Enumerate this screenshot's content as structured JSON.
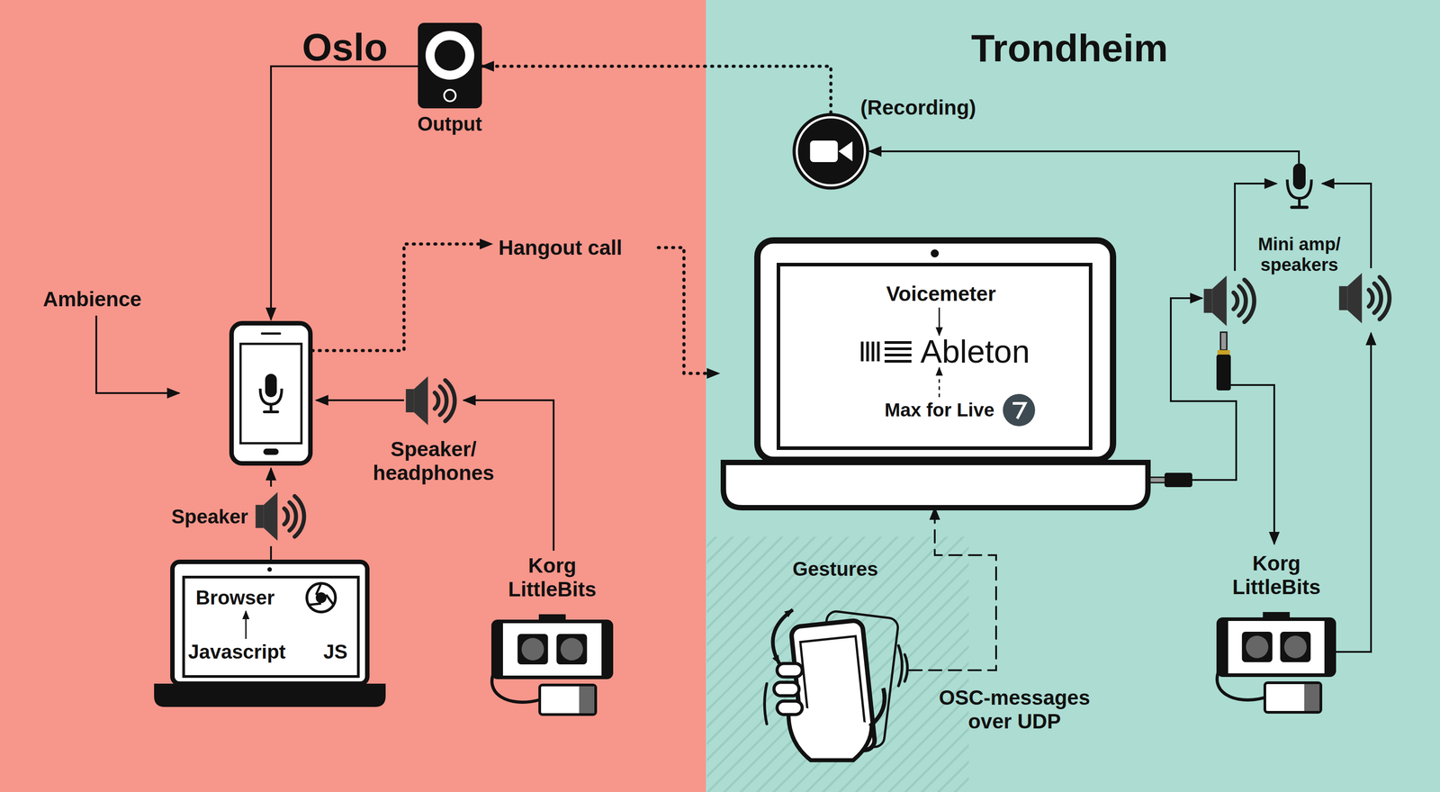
{
  "diagram": {
    "nodes": [
      {
        "text": [
          "Output"
        ]
      },
      {
        "text": [
          "(Recording)"
        ]
      },
      {
        "text": [
          "Speaker/ headphones"
        ]
      },
      {
        "text": [
          "Speaker"
        ]
      },
      {
        "text": [
          "Browser",
          "Javascript",
          "JS"
        ]
      },
      {
        "text": [
          "Korg LittleBits"
        ]
      },
      {
        "text": [
          "Voicemeter",
          "Ableton",
          "Max for Live"
        ]
      },
      {
        "text": [
          "Gestures"
        ]
      },
      {
        "text": [
          "Mini amp/ speakers"
        ]
      },
      {
        "text": [
          "Korg LittleBits"
        ]
      }
    ],
    "edges": [
      {
        "from": 1,
        "to": 0,
        "arrow": "to"
      },
      {
        "from": 8,
        "to": 1,
        "arrow": "to"
      },
      {
        "from": 5,
        "to": 2,
        "arrow": "to"
      },
      {
        "from": 4,
        "to": 3,
        "arrow": "none"
      },
      {
        "from": 7,
        "to": 6,
        "arrow": "to",
        "label": "OSC-messages over UDP"
      }
    ],
    "labels": [
      "Oslo",
      "Trondheim",
      "Ambience",
      "Hangout call"
    ]
  }
}
